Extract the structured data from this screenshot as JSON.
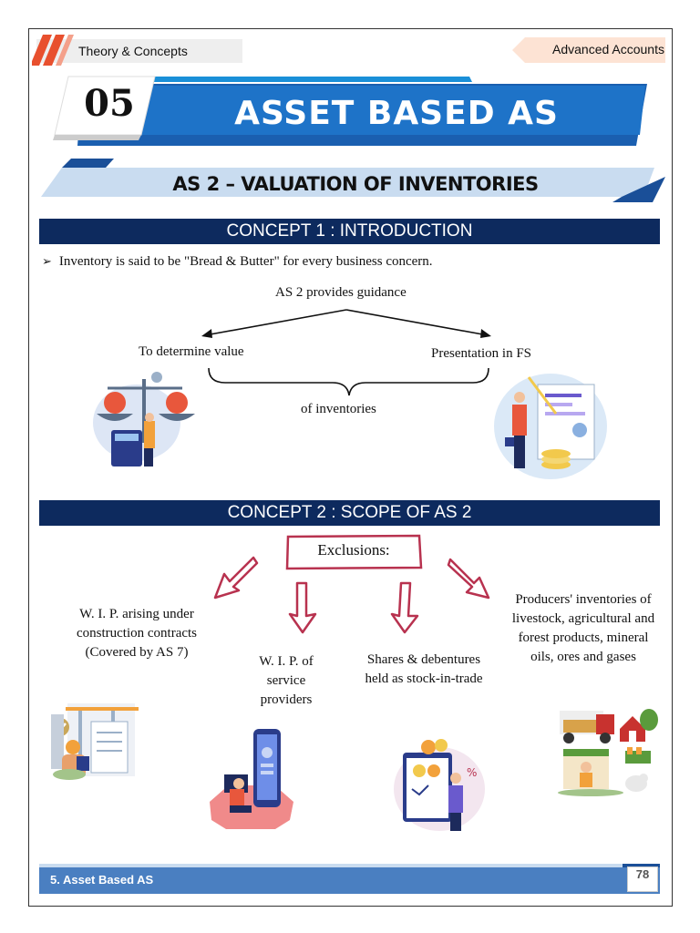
{
  "header": {
    "left_label": "Theory & Concepts",
    "right_label": "Advanced Accounts"
  },
  "chapter": {
    "number": "05",
    "title": "ASSET BASED AS"
  },
  "section_title": "AS 2 – VALUATION OF INVENTORIES",
  "concept1": {
    "heading": "CONCEPT 1 : INTRODUCTION",
    "bullet": "Inventory is said to be \"Bread & Butter\" for every business concern.",
    "diagram": {
      "top": "AS 2 provides guidance",
      "left": "To determine value",
      "right": "Presentation in FS",
      "bottom": "of inventories"
    }
  },
  "concept2": {
    "heading": "CONCEPT 2 : SCOPE OF AS 2",
    "exclusions_label": "Exclusions:",
    "items": [
      "W. I. P. arising under construction contracts (Covered by AS 7)",
      "W. I. P. of service providers",
      "Shares & debentures held as stock-in-trade",
      "Producers' inventories of livestock, agricultural and forest products, mineral oils, ores and gases"
    ]
  },
  "footer": {
    "chapter_label": "5. Asset Based AS",
    "page_number": "78"
  },
  "colors": {
    "navy": "#0d2a5e",
    "blue": "#1a6fc4",
    "light_blue": "#c9dcf0",
    "arrow_red": "#b8324f",
    "footer_blue": "#4a7fc1"
  }
}
